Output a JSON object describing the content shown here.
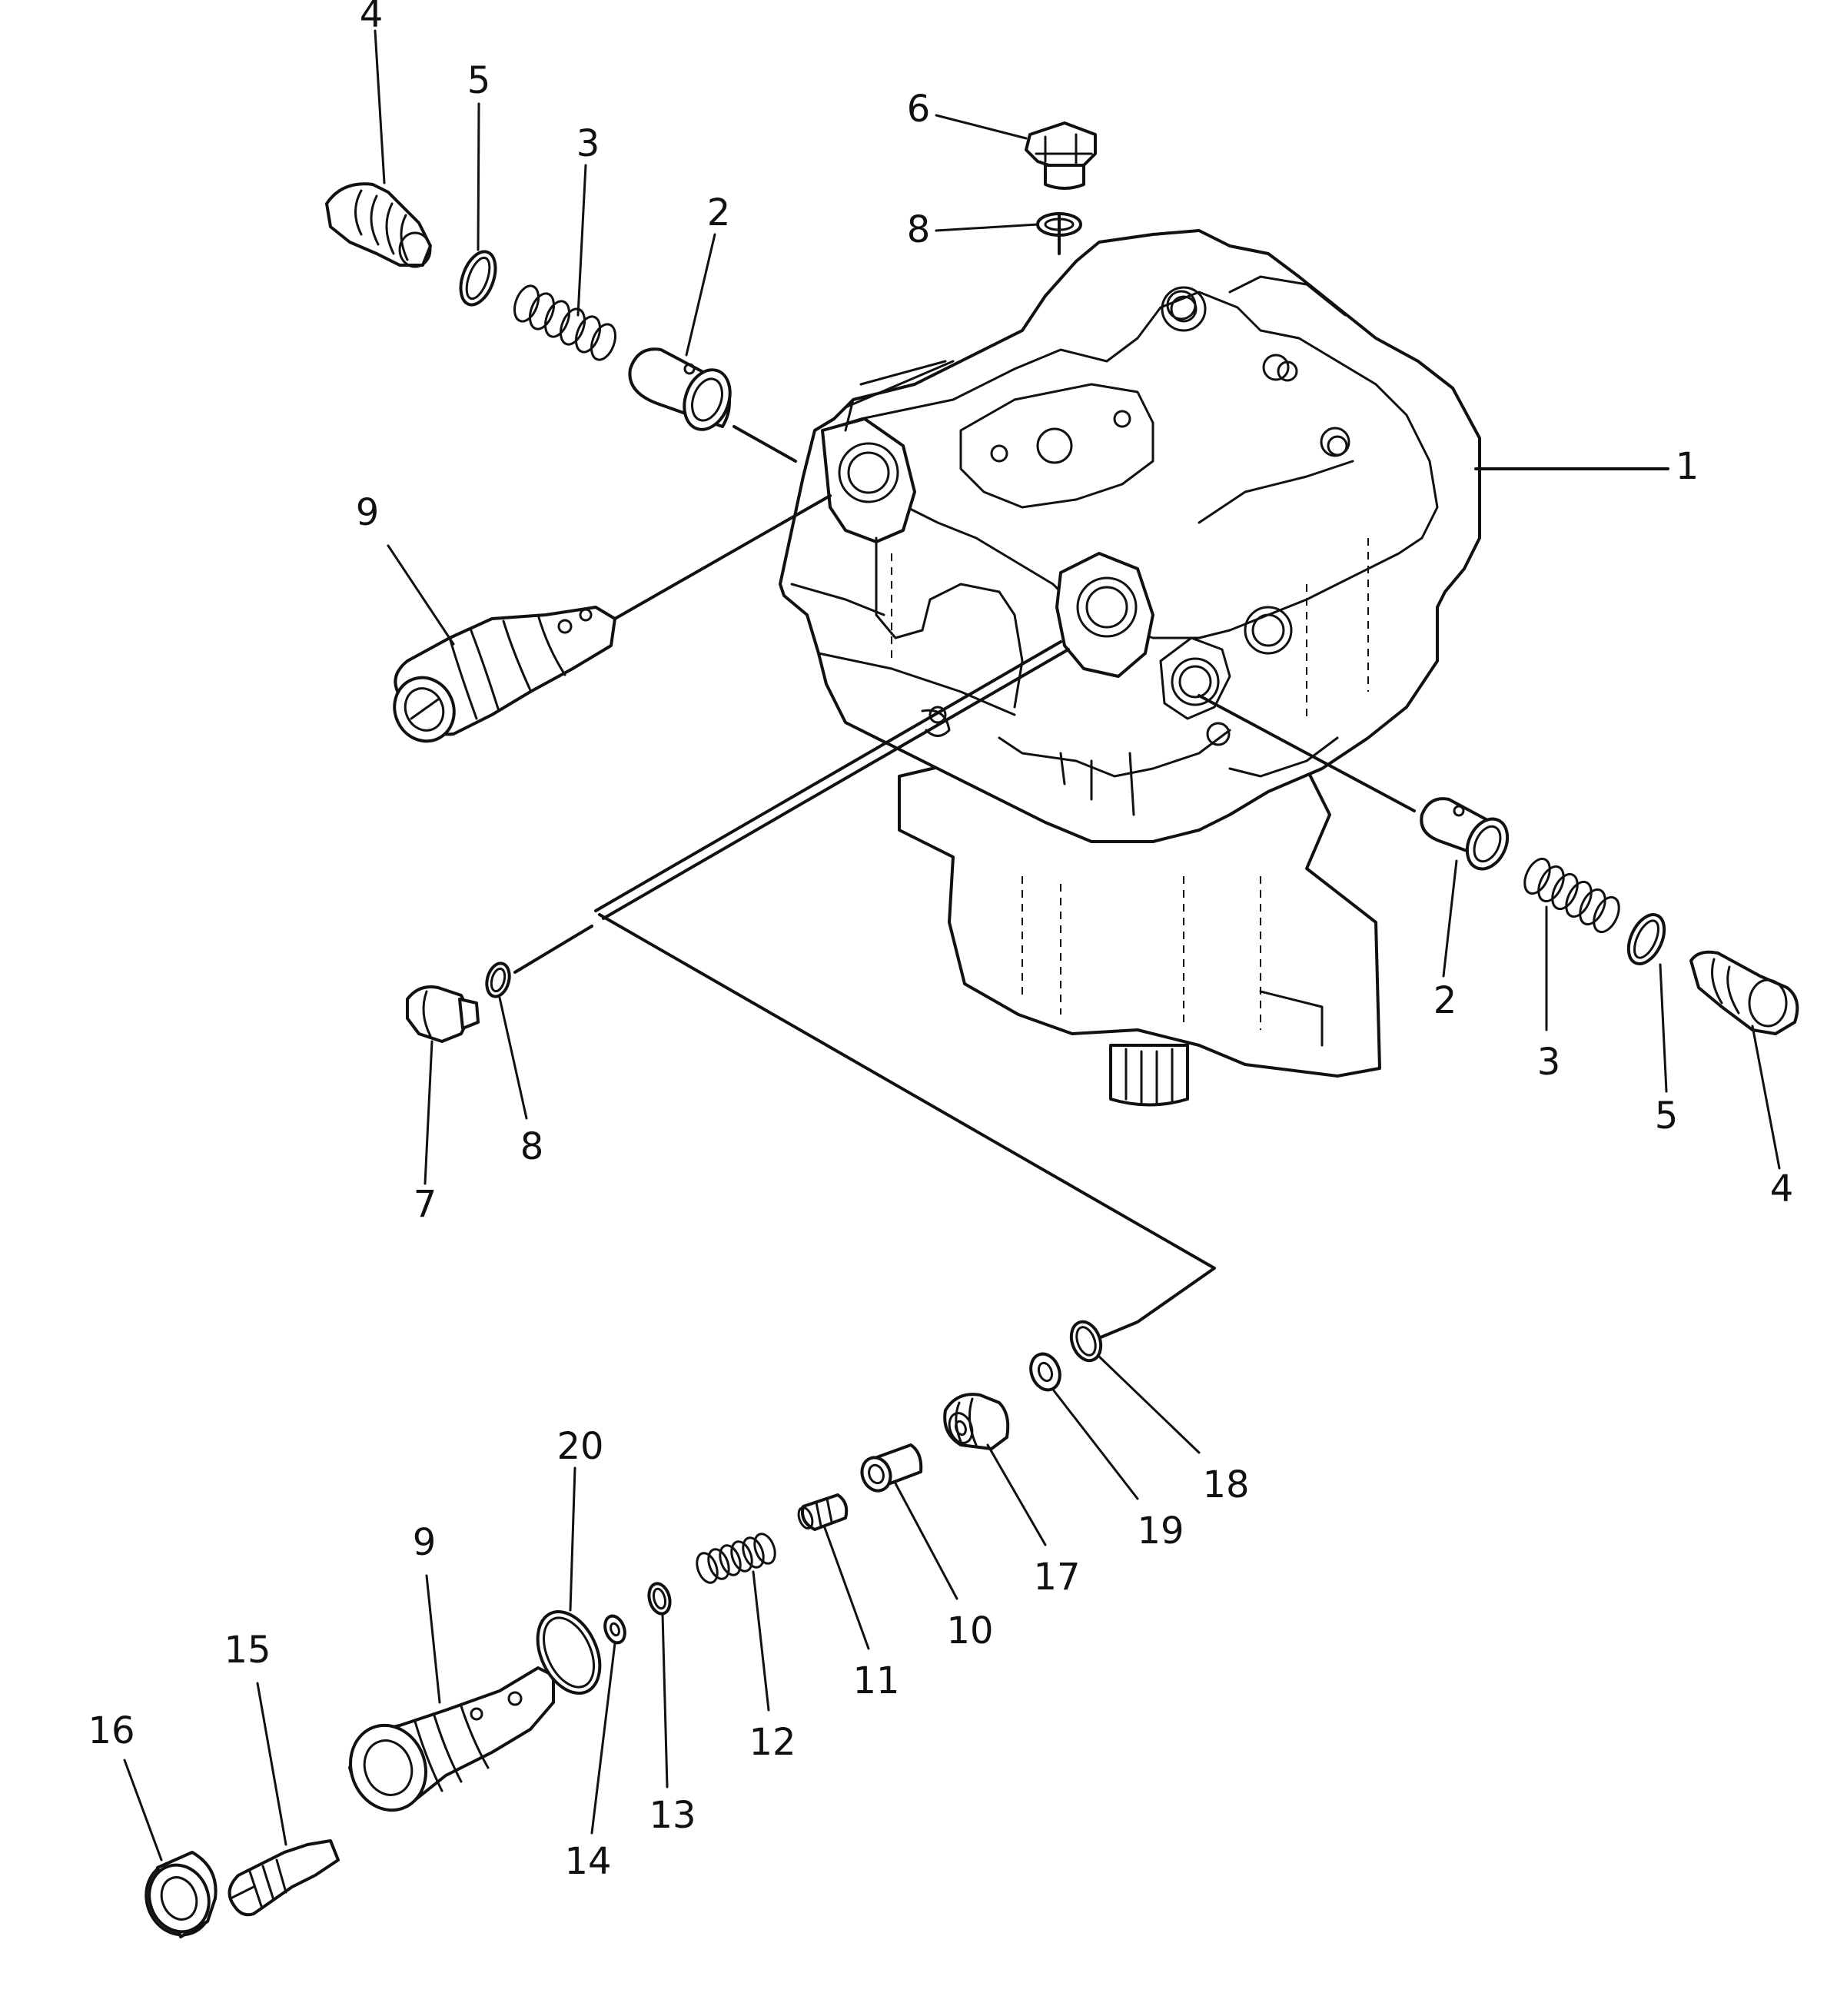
{
  "callouts": [
    {
      "label": "1"
    },
    {
      "label": "2"
    },
    {
      "label": "2"
    },
    {
      "label": "3"
    },
    {
      "label": "3"
    },
    {
      "label": "4"
    },
    {
      "label": "4"
    },
    {
      "label": "5"
    },
    {
      "label": "5"
    },
    {
      "label": "6"
    },
    {
      "label": "7"
    },
    {
      "label": "8"
    },
    {
      "label": "8"
    },
    {
      "label": "9"
    },
    {
      "label": "9"
    },
    {
      "label": "10"
    },
    {
      "label": "11"
    },
    {
      "label": "12"
    },
    {
      "label": "13"
    },
    {
      "label": "14"
    },
    {
      "label": "15"
    },
    {
      "label": "16"
    },
    {
      "label": "17"
    },
    {
      "label": "18"
    },
    {
      "label": "19"
    },
    {
      "label": "20"
    }
  ]
}
